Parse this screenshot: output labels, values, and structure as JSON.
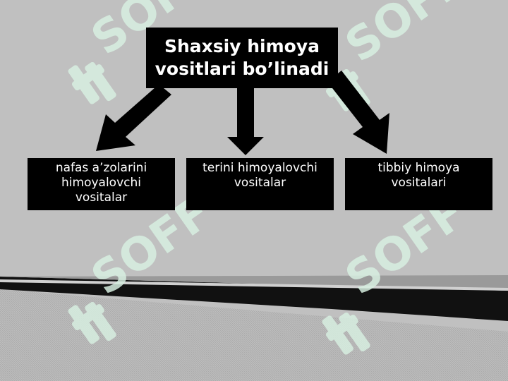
{
  "diagram": {
    "root": {
      "label": "Shaxsiy himoya vositlari bo’linadi"
    },
    "children": [
      {
        "label": "nafas a’zolarini himoyalovchi vositalar"
      },
      {
        "label": "terini himoyalovchi vositalar"
      },
      {
        "label": "tibbiy himoya vositalari"
      }
    ]
  },
  "watermark": {
    "text": "SOFF"
  },
  "colors": {
    "background": "#c0c0c0",
    "box": "#000000",
    "text": "#ffffff",
    "watermark": "#d6f0e0"
  }
}
